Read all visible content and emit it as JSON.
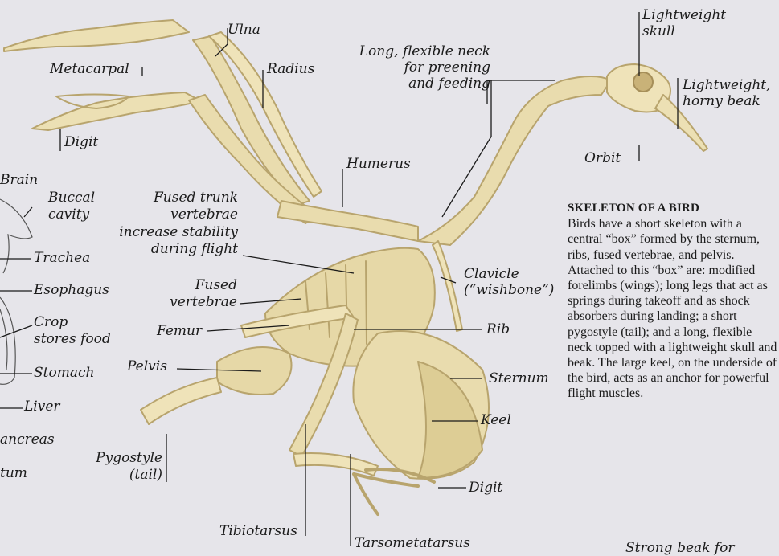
{
  "labels": {
    "ulna": "Ulna",
    "radius": "Radius",
    "metacarpal": "Metacarpal",
    "digit_wing": "Digit",
    "humerus": "Humerus",
    "neck_1": "Long, flexible neck",
    "neck_2": "for preening",
    "neck_3": "and feeding",
    "skull_1": "Lightweight",
    "skull_2": "skull",
    "beak_1": "Lightweight,",
    "beak_2": "horny beak",
    "orbit": "Orbit",
    "brain": "Brain",
    "buccal_1": "Buccal",
    "buccal_2": "cavity",
    "trachea": "Trachea",
    "esophagus": "Esophagus",
    "crop_1": "Crop",
    "crop_2": "stores food",
    "stomach": "Stomach",
    "liver": "Liver",
    "pancreas": "ancreas",
    "rectum": "tum",
    "fused_trunk_1": "Fused trunk",
    "fused_trunk_2": "vertebrae",
    "fused_trunk_3": "increase stability",
    "fused_trunk_4": "during flight",
    "fused_vert_1": "Fused",
    "fused_vert_2": "vertebrae",
    "clavicle_1": "Clavicle",
    "clavicle_2": "(“wishbone”)",
    "femur": "Femur",
    "rib": "Rib",
    "pelvis": "Pelvis",
    "sternum": "Sternum",
    "keel": "Keel",
    "pygostyle_1": "Pygostyle",
    "pygostyle_2": "(tail)",
    "digit_foot": "Digit",
    "tibiotarsus": "Tibiotarsus",
    "tarsometatarsus": "Tarsometatarsus",
    "strong_beak": "Strong beak for"
  },
  "caption": {
    "title": "SKELETON OF A BIRD",
    "body": "Birds have a short skeleton with a central “box” formed by the sternum, ribs, fused vertebrae, and pelvis. Attached to this “box” are: modified forelimbs (wings); long legs that act as springs during takeoff and as shock absorbers during landing; a short pygostyle (tail); and a long, flexible neck topped with a lightweight skull and beak. The large keel, on the underside of the bird, acts as an anchor for powerful flight muscles."
  },
  "colors": {
    "background": "#e6e5ea",
    "bone": "#e9dcae",
    "bone_shadow": "#b8a46d",
    "leader_line": "#1b1b1b"
  }
}
